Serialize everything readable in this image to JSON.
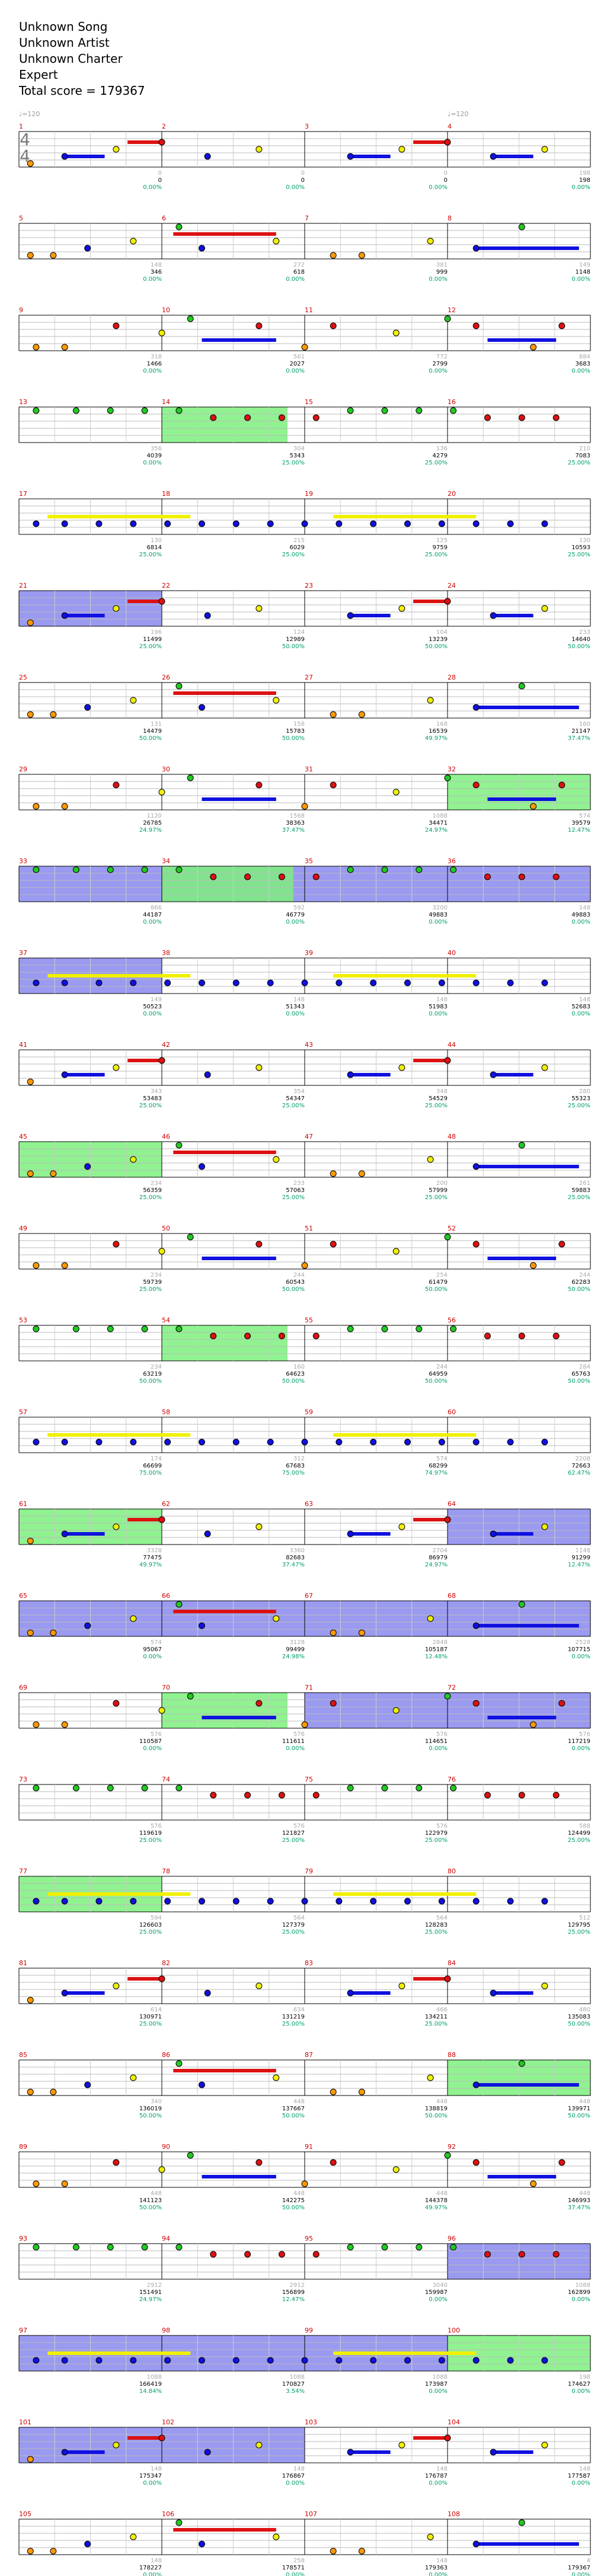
{
  "song": {
    "title": "Unknown Song",
    "artist": "Unknown Artist",
    "charter": "Unknown Charter",
    "difficulty": "Expert",
    "total_score_label": "Total score = 179367"
  },
  "colors": {
    "green": "#22c822",
    "red": "#dd1111",
    "yellow": "#f0f000",
    "blue": "#1010e0",
    "orange": "#ff9900",
    "star_power": "#7cf07c",
    "solo": "#8888ee",
    "measure_number": "#cc0000",
    "percent": "#009f6f",
    "tempo": "#999999"
  },
  "sheet": {
    "time_signature": [
      "4",
      "4"
    ],
    "tempo_labels": [
      "♩=120",
      "♩=120"
    ]
  },
  "rows": [
    {
      "measures": [
        {
          "num": "1",
          "count": "",
          "score": "",
          "pct": ""
        },
        {
          "num": "2",
          "count": "0",
          "score": "0",
          "pct": "0.00%"
        },
        {
          "num": "3",
          "count": "0",
          "score": "0",
          "pct": "0.00%"
        },
        {
          "num": "4",
          "count": "0",
          "score": "0",
          "pct": "0.00%"
        },
        {
          "num": "",
          "count": "198",
          "score": "198",
          "pct": "0.00%"
        }
      ]
    },
    {
      "measures": [
        {
          "num": "5",
          "count": "",
          "score": "",
          "pct": ""
        },
        {
          "num": "6",
          "count": "148",
          "score": "346",
          "pct": "0.00%"
        },
        {
          "num": "7",
          "count": "272",
          "score": "618",
          "pct": "0.00%"
        },
        {
          "num": "8",
          "count": "381",
          "score": "999",
          "pct": "0.00%"
        },
        {
          "num": "",
          "count": "149",
          "score": "1148",
          "pct": "0.00%"
        }
      ]
    },
    {
      "measures": [
        {
          "num": "9",
          "count": "",
          "score": "",
          "pct": ""
        },
        {
          "num": "10",
          "count": "318",
          "score": "1466",
          "pct": "0.00%"
        },
        {
          "num": "11",
          "count": "561",
          "score": "2027",
          "pct": "0.00%"
        },
        {
          "num": "12",
          "count": "772",
          "score": "2799",
          "pct": "0.00%"
        },
        {
          "num": "",
          "count": "884",
          "score": "3683",
          "pct": "0.00%"
        }
      ]
    },
    {
      "measures": [
        {
          "num": "13",
          "count": "",
          "score": "",
          "pct": ""
        },
        {
          "num": "14",
          "count": "356",
          "score": "4039",
          "pct": "0.00%"
        },
        {
          "num": "15",
          "count": "304",
          "score": "5343",
          "pct": "25.00%"
        },
        {
          "num": "16",
          "count": "136",
          "score": "4279",
          "pct": "25.00%"
        },
        {
          "num": "",
          "count": "210",
          "score": "7083",
          "pct": "25.00%"
        }
      ]
    },
    {
      "measures": [
        {
          "num": "17",
          "count": "",
          "score": "",
          "pct": ""
        },
        {
          "num": "18",
          "count": "130",
          "score": "6814",
          "pct": "25.00%"
        },
        {
          "num": "19",
          "count": "215",
          "score": "6029",
          "pct": "25.00%"
        },
        {
          "num": "20",
          "count": "125",
          "score": "9759",
          "pct": "25.00%"
        },
        {
          "num": "",
          "count": "130",
          "score": "10593",
          "pct": "25.00%"
        }
      ]
    },
    {
      "measures": [
        {
          "num": "21",
          "count": "",
          "score": "",
          "pct": ""
        },
        {
          "num": "22",
          "count": "196",
          "score": "11499",
          "pct": "25.00%"
        },
        {
          "num": "23",
          "count": "124",
          "score": "12989",
          "pct": "50.00%"
        },
        {
          "num": "24",
          "count": "104",
          "score": "13239",
          "pct": "50.00%"
        },
        {
          "num": "",
          "count": "233",
          "score": "14640",
          "pct": "50.00%"
        }
      ]
    },
    {
      "measures": [
        {
          "num": "25",
          "count": "",
          "score": "",
          "pct": ""
        },
        {
          "num": "26",
          "count": "131",
          "score": "14479",
          "pct": "50.00%"
        },
        {
          "num": "27",
          "count": "158",
          "score": "15783",
          "pct": "50.00%"
        },
        {
          "num": "28",
          "count": "168",
          "score": "16539",
          "pct": "49.97%"
        },
        {
          "num": "",
          "count": "160",
          "score": "21147",
          "pct": "37.47%"
        }
      ]
    },
    {
      "measures": [
        {
          "num": "29",
          "count": "",
          "score": "",
          "pct": ""
        },
        {
          "num": "30",
          "count": "1120",
          "score": "26785",
          "pct": "24.97%"
        },
        {
          "num": "31",
          "count": "1568",
          "score": "38363",
          "pct": "37.47%"
        },
        {
          "num": "32",
          "count": "1088",
          "score": "34471",
          "pct": "24.97%"
        },
        {
          "num": "",
          "count": "574",
          "score": "39579",
          "pct": "12.47%"
        }
      ]
    },
    {
      "measures": [
        {
          "num": "33",
          "count": "",
          "score": "",
          "pct": ""
        },
        {
          "num": "34",
          "count": "866",
          "score": "44187",
          "pct": "0.00%"
        },
        {
          "num": "35",
          "count": "592",
          "score": "46779",
          "pct": "0.00%"
        },
        {
          "num": "36",
          "count": "3200",
          "score": "49883",
          "pct": "0.00%"
        },
        {
          "num": "",
          "count": "148",
          "score": "49883",
          "pct": "0.00%"
        }
      ]
    },
    {
      "measures": [
        {
          "num": "37",
          "count": "",
          "score": "",
          "pct": ""
        },
        {
          "num": "38",
          "count": "149",
          "score": "50523",
          "pct": "0.00%"
        },
        {
          "num": "39",
          "count": "148",
          "score": "51343",
          "pct": "0.00%"
        },
        {
          "num": "40",
          "count": "148",
          "score": "51983",
          "pct": "0.00%"
        },
        {
          "num": "",
          "count": "148",
          "score": "52683",
          "pct": "0.00%"
        }
      ]
    },
    {
      "measures": [
        {
          "num": "41",
          "count": "",
          "score": "",
          "pct": ""
        },
        {
          "num": "42",
          "count": "343",
          "score": "53483",
          "pct": "25.00%"
        },
        {
          "num": "43",
          "count": "354",
          "score": "54347",
          "pct": "25.00%"
        },
        {
          "num": "44",
          "count": "348",
          "score": "54529",
          "pct": "25.00%"
        },
        {
          "num": "",
          "count": "280",
          "score": "55323",
          "pct": "25.00%"
        }
      ]
    },
    {
      "measures": [
        {
          "num": "45",
          "count": "",
          "score": "",
          "pct": ""
        },
        {
          "num": "46",
          "count": "234",
          "score": "56359",
          "pct": "25.00%"
        },
        {
          "num": "47",
          "count": "233",
          "score": "57063",
          "pct": "25.00%"
        },
        {
          "num": "48",
          "count": "200",
          "score": "57999",
          "pct": "25.00%"
        },
        {
          "num": "",
          "count": "261",
          "score": "59883",
          "pct": "25.00%"
        }
      ]
    },
    {
      "measures": [
        {
          "num": "49",
          "count": "",
          "score": "",
          "pct": ""
        },
        {
          "num": "50",
          "count": "234",
          "score": "59739",
          "pct": "25.00%"
        },
        {
          "num": "51",
          "count": "244",
          "score": "60543",
          "pct": "50.00%"
        },
        {
          "num": "52",
          "count": "254",
          "score": "61479",
          "pct": "50.00%"
        },
        {
          "num": "",
          "count": "244",
          "score": "62283",
          "pct": "50.00%"
        }
      ]
    },
    {
      "measures": [
        {
          "num": "53",
          "count": "",
          "score": "",
          "pct": ""
        },
        {
          "num": "54",
          "count": "234",
          "score": "63219",
          "pct": "50.00%"
        },
        {
          "num": "55",
          "count": "160",
          "score": "64623",
          "pct": "50.00%"
        },
        {
          "num": "56",
          "count": "244",
          "score": "64959",
          "pct": "50.00%"
        },
        {
          "num": "",
          "count": "284",
          "score": "65763",
          "pct": "50.00%"
        }
      ]
    },
    {
      "measures": [
        {
          "num": "57",
          "count": "",
          "score": "",
          "pct": ""
        },
        {
          "num": "58",
          "count": "174",
          "score": "66699",
          "pct": "75.00%"
        },
        {
          "num": "59",
          "count": "312",
          "score": "67683",
          "pct": "75.00%"
        },
        {
          "num": "60",
          "count": "574",
          "score": "68299",
          "pct": "74.97%"
        },
        {
          "num": "",
          "count": "2208",
          "score": "72663",
          "pct": "62.47%"
        }
      ]
    },
    {
      "measures": [
        {
          "num": "61",
          "count": "",
          "score": "",
          "pct": ""
        },
        {
          "num": "62",
          "count": "3328",
          "score": "77475",
          "pct": "49.97%"
        },
        {
          "num": "63",
          "count": "3360",
          "score": "82683",
          "pct": "37.47%"
        },
        {
          "num": "64",
          "count": "2704",
          "score": "86979",
          "pct": "24.97%"
        },
        {
          "num": "",
          "count": "1148",
          "score": "91299",
          "pct": "12.47%"
        }
      ]
    },
    {
      "measures": [
        {
          "num": "65",
          "count": "",
          "score": "",
          "pct": ""
        },
        {
          "num": "66",
          "count": "574",
          "score": "95067",
          "pct": "0.00%"
        },
        {
          "num": "67",
          "count": "3128",
          "score": "99499",
          "pct": "24.98%"
        },
        {
          "num": "68",
          "count": "2848",
          "score": "105187",
          "pct": "12.48%"
        },
        {
          "num": "",
          "count": "2528",
          "score": "107715",
          "pct": "0.00%"
        }
      ]
    },
    {
      "measures": [
        {
          "num": "69",
          "count": "",
          "score": "",
          "pct": ""
        },
        {
          "num": "70",
          "count": "576",
          "score": "110587",
          "pct": "0.00%"
        },
        {
          "num": "71",
          "count": "576",
          "score": "111611",
          "pct": "0.00%"
        },
        {
          "num": "72",
          "count": "576",
          "score": "114651",
          "pct": "0.00%"
        },
        {
          "num": "",
          "count": "576",
          "score": "117219",
          "pct": "0.00%"
        }
      ]
    },
    {
      "measures": [
        {
          "num": "73",
          "count": "",
          "score": "",
          "pct": ""
        },
        {
          "num": "74",
          "count": "576",
          "score": "119619",
          "pct": "25.00%"
        },
        {
          "num": "75",
          "count": "576",
          "score": "121827",
          "pct": "25.00%"
        },
        {
          "num": "76",
          "count": "576",
          "score": "122979",
          "pct": "25.00%"
        },
        {
          "num": "",
          "count": "588",
          "score": "124499",
          "pct": "25.00%"
        }
      ]
    },
    {
      "measures": [
        {
          "num": "77",
          "count": "",
          "score": "",
          "pct": ""
        },
        {
          "num": "78",
          "count": "594",
          "score": "126603",
          "pct": "25.00%"
        },
        {
          "num": "79",
          "count": "564",
          "score": "127379",
          "pct": "25.00%"
        },
        {
          "num": "80",
          "count": "564",
          "score": "128283",
          "pct": "25.00%"
        },
        {
          "num": "",
          "count": "512",
          "score": "129795",
          "pct": "25.00%"
        }
      ]
    },
    {
      "measures": [
        {
          "num": "81",
          "count": "",
          "score": "",
          "pct": ""
        },
        {
          "num": "82",
          "count": "614",
          "score": "130971",
          "pct": "25.00%"
        },
        {
          "num": "83",
          "count": "634",
          "score": "131219",
          "pct": "25.00%"
        },
        {
          "num": "84",
          "count": "466",
          "score": "134211",
          "pct": "25.00%"
        },
        {
          "num": "",
          "count": "480",
          "score": "135083",
          "pct": "50.00%"
        }
      ]
    },
    {
      "measures": [
        {
          "num": "85",
          "count": "",
          "score": "",
          "pct": ""
        },
        {
          "num": "86",
          "count": "340",
          "score": "136019",
          "pct": "50.00%"
        },
        {
          "num": "87",
          "count": "448",
          "score": "137667",
          "pct": "50.00%"
        },
        {
          "num": "88",
          "count": "448",
          "score": "138819",
          "pct": "50.00%"
        },
        {
          "num": "",
          "count": "448",
          "score": "139971",
          "pct": "50.00%"
        }
      ]
    },
    {
      "measures": [
        {
          "num": "89",
          "count": "",
          "score": "",
          "pct": ""
        },
        {
          "num": "90",
          "count": "448",
          "score": "141123",
          "pct": "50.00%"
        },
        {
          "num": "91",
          "count": "448",
          "score": "142275",
          "pct": "50.00%"
        },
        {
          "num": "92",
          "count": "448",
          "score": "144378",
          "pct": "49.97%"
        },
        {
          "num": "",
          "count": "448",
          "score": "146993",
          "pct": "37.47%"
        }
      ]
    },
    {
      "measures": [
        {
          "num": "93",
          "count": "",
          "score": "",
          "pct": ""
        },
        {
          "num": "94",
          "count": "2912",
          "score": "151491",
          "pct": "24.97%"
        },
        {
          "num": "95",
          "count": "2912",
          "score": "156899",
          "pct": "12.47%"
        },
        {
          "num": "96",
          "count": "3040",
          "score": "159987",
          "pct": "0.00%"
        },
        {
          "num": "",
          "count": "1088",
          "score": "162899",
          "pct": "0.00%"
        }
      ]
    },
    {
      "measures": [
        {
          "num": "97",
          "count": "",
          "score": "",
          "pct": ""
        },
        {
          "num": "98",
          "count": "1088",
          "score": "166419",
          "pct": "14.84%"
        },
        {
          "num": "99",
          "count": "1088",
          "score": "170827",
          "pct": "3.54%"
        },
        {
          "num": "100",
          "count": "1088",
          "score": "173987",
          "pct": "0.00%"
        },
        {
          "num": "",
          "count": "198",
          "score": "174627",
          "pct": "0.00%"
        }
      ]
    },
    {
      "measures": [
        {
          "num": "101",
          "count": "",
          "score": "",
          "pct": ""
        },
        {
          "num": "102",
          "count": "148",
          "score": "175347",
          "pct": "0.00%"
        },
        {
          "num": "103",
          "count": "148",
          "score": "176867",
          "pct": "0.00%"
        },
        {
          "num": "104",
          "count": "148",
          "score": "176787",
          "pct": "0.00%"
        },
        {
          "num": "",
          "count": "148",
          "score": "177587",
          "pct": "0.00%"
        }
      ]
    },
    {
      "measures": [
        {
          "num": "105",
          "count": "",
          "score": "",
          "pct": ""
        },
        {
          "num": "106",
          "count": "148",
          "score": "178227",
          "pct": "0.00%"
        },
        {
          "num": "107",
          "count": "258",
          "score": "178571",
          "pct": "0.00%"
        },
        {
          "num": "108",
          "count": "148",
          "score": "179363",
          "pct": "0.00%"
        },
        {
          "num": "",
          "count": "4",
          "score": "179367",
          "pct": "0.00%"
        }
      ]
    }
  ]
}
